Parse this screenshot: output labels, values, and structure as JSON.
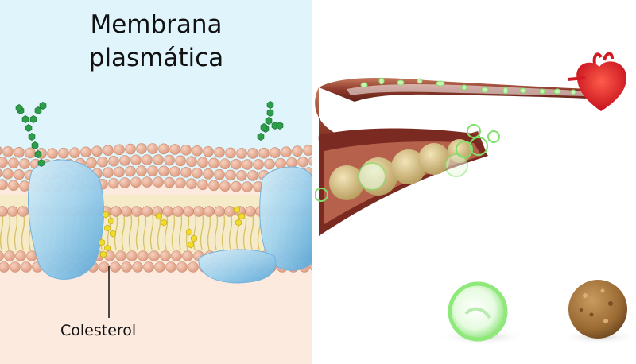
{
  "left": {
    "title_line1": "Membrana",
    "title_line2": "plasmática",
    "cholesterol_label": "Colesterol",
    "colors": {
      "extracellular": "#dff4fb",
      "cytoplasm": "#fdeade",
      "phospholipid_head": "#eeb39a",
      "lipid_tail": "#d8c36a",
      "protein": "#8ec8ea",
      "glycan": "#2e9e4a",
      "cholesterol": "#f2dc2a"
    }
  },
  "right": {
    "icons": [
      "heart-icon",
      "blood-vessel",
      "green-cell-icon",
      "brown-cell-icon"
    ],
    "colors": {
      "vessel": "#9b3a2c",
      "heart": "#e5232b",
      "green_cell": "#9ef08a",
      "brown_cell": "#a6753a"
    }
  }
}
